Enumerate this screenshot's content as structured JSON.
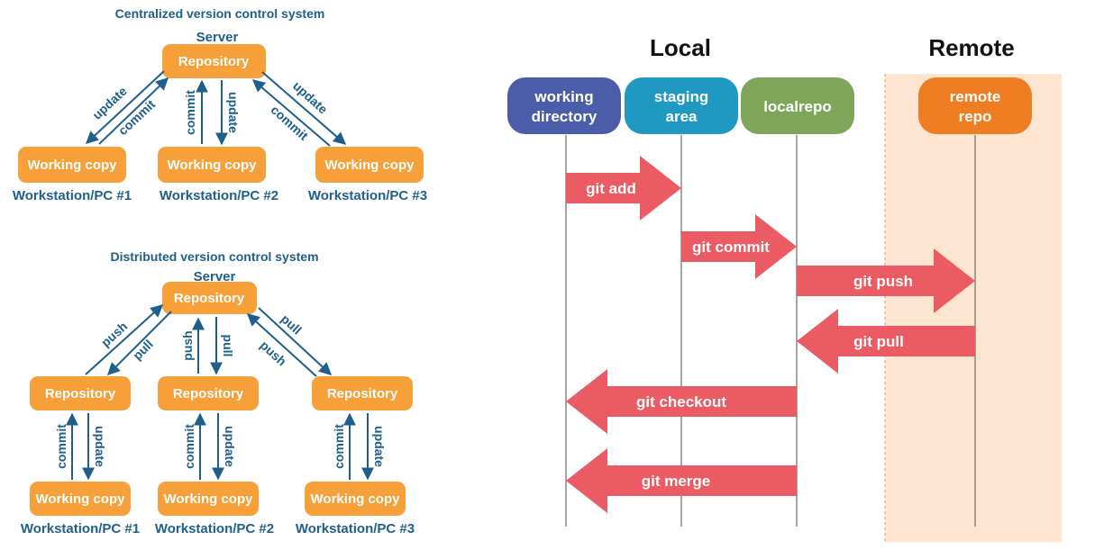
{
  "centralized": {
    "title": "Centralized version control system",
    "server_label": "Server",
    "repository": "Repository",
    "working_copy": "Working copy",
    "workstations": [
      "Workstation/PC #1",
      "Workstation/PC #2",
      "Workstation/PC #3"
    ],
    "arrow_update": "update",
    "arrow_commit": "commit"
  },
  "distributed": {
    "title": "Distributed version control system",
    "server_label": "Server",
    "repository": "Repository",
    "working_copy": "Working copy",
    "workstations": [
      "Workstation/PC #1",
      "Workstation/PC #2",
      "Workstation/PC #3"
    ],
    "arrow_push": "push",
    "arrow_pull": "pull",
    "arrow_commit": "commit",
    "arrow_update": "update"
  },
  "git": {
    "heading_local": "Local",
    "heading_remote": "Remote",
    "columns": {
      "working_directory": [
        "working",
        "directory"
      ],
      "staging_area": [
        "staging",
        "area"
      ],
      "localrepo": "localrepo",
      "remote_repo": [
        "remote",
        "repo"
      ]
    },
    "commands": {
      "add": "git add",
      "commit": "git commit",
      "push": "git push",
      "pull": "git pull",
      "checkout": "git checkout",
      "merge": "git merge"
    },
    "colors": {
      "working_directory": "#4b5ca8",
      "staging_area": "#1f99c1",
      "localrepo": "#7fa55a",
      "remote_repo": "#ef7d22",
      "arrow": "#eb5b63",
      "remote_bg": "#fde5d2",
      "box_orange": "#f7a03a",
      "text_blue": "#1f5f8b"
    }
  }
}
